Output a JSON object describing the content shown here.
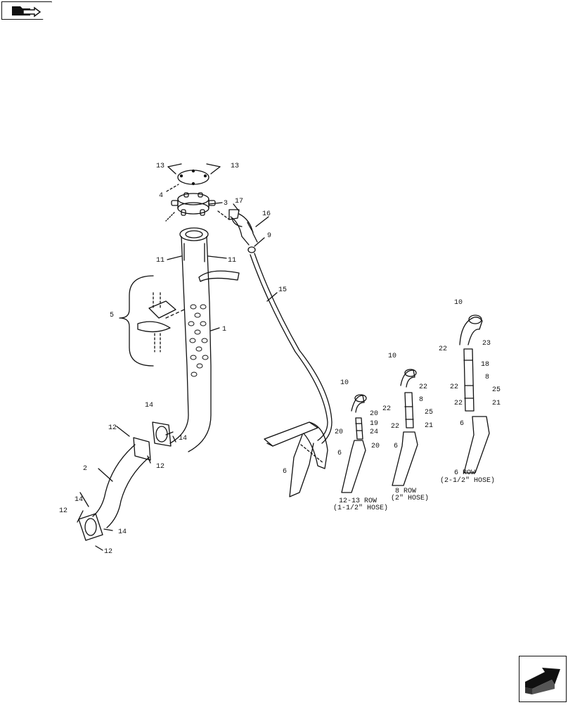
{
  "nav": {
    "prev_icon": "folder-back-icon",
    "next_icon": "next-page-arrow-icon"
  },
  "callouts": {
    "c13a": "13",
    "c13b": "13",
    "c4": "4",
    "c3": "3",
    "c17": "17",
    "c16": "16",
    "c9": "9",
    "c11a": "11",
    "c11b": "11",
    "c15": "15",
    "c5": "5",
    "c1": "1",
    "c14a": "14",
    "c12a": "12",
    "c14b": "14",
    "c12b": "12",
    "c2": "2",
    "c14c": "14",
    "c12c": "12",
    "c14d": "14",
    "c12d": "12",
    "c6a": "6",
    "g1_10": "10",
    "g1_20a": "20",
    "g1_19": "19",
    "g1_20b": "20",
    "g1_24": "24",
    "g1_20c": "20",
    "g1_6": "6",
    "g2_10": "10",
    "g2_22a": "22",
    "g2_8": "8",
    "g2_22b": "22",
    "g2_25": "25",
    "g2_21": "21",
    "g2_6": "6",
    "g3_10": "10",
    "g3_22a": "22",
    "g3_23": "23",
    "g3_18": "18",
    "g3_8": "8",
    "g3_22b": "22",
    "g3_25": "25",
    "g3_22c": "22",
    "g3_21": "21",
    "g3_6": "6"
  },
  "captions": {
    "row1_title": "12-13 ROW",
    "row1_sub": "(1-1/2\" HOSE)",
    "row2_title": "8 ROW",
    "row2_sub": "(2\" HOSE)",
    "row3_title": "6 ROW",
    "row3_sub": "(2-1/2\" HOSE)"
  }
}
